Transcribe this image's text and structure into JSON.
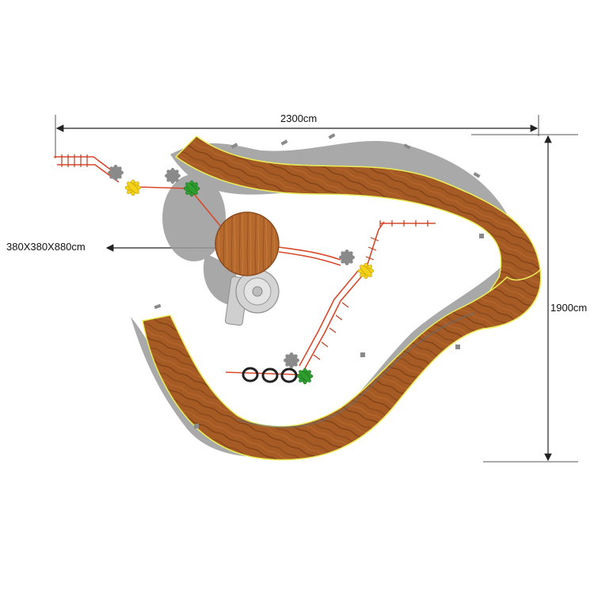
{
  "dimensions": {
    "width_label": "2300cm",
    "height_label": "1900cm",
    "tower_label": "380X380X880cm"
  },
  "colors": {
    "wood": "#a65a24",
    "wood_dark": "#7a3f14",
    "wood_edge_highlight": "#e8ef5a",
    "shadow": "#9a9a9a",
    "rope_red": "#d9482b",
    "flower_yellow": "#f4d21a",
    "flower_green": "#2e9e2e",
    "flower_grey": "#8a8a8a",
    "slide_steel": "#c9c9c9",
    "dimension_line": "#222222"
  }
}
